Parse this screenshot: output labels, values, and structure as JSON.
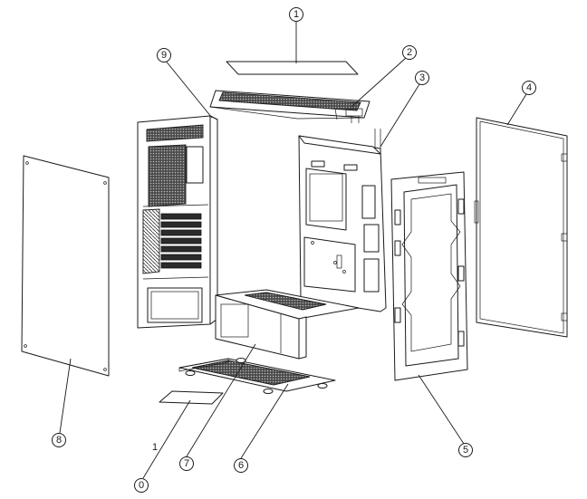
{
  "callouts": [
    {
      "label": "1"
    },
    {
      "label": "2"
    },
    {
      "label": "3"
    },
    {
      "label": "4"
    },
    {
      "label": "5"
    },
    {
      "label": "6"
    },
    {
      "label": "7"
    },
    {
      "label": "8"
    },
    {
      "label": "9"
    },
    {
      "label": "0"
    }
  ],
  "free_labels": [
    {
      "text": "1"
    }
  ]
}
